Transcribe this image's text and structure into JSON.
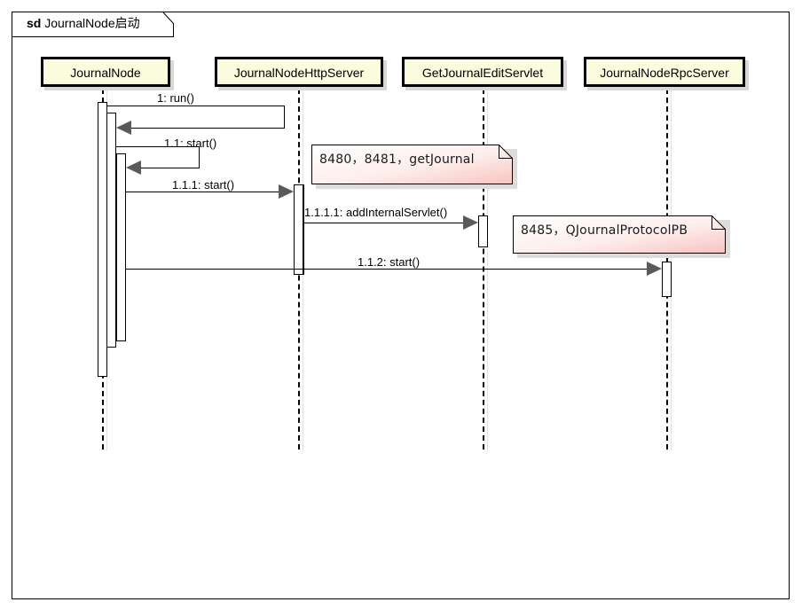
{
  "diagram": {
    "type": "uml-sequence-diagram",
    "frame": {
      "keyword": "sd",
      "title": "JournalNode启动",
      "full_label": "sd JournalNode启动"
    },
    "colors": {
      "lifeline_fill": "#fbfbdd",
      "lifeline_border": "#000000",
      "note_gradient_start": "#ffffff",
      "note_gradient_end": "#f7c3c0",
      "arrow_fill": "#5a5a5a",
      "shadow": "#d8d8d8",
      "background": "#ffffff"
    },
    "lifelines": [
      {
        "id": "journalnode",
        "label": "JournalNode"
      },
      {
        "id": "httpserver",
        "label": "JournalNodeHttpServer"
      },
      {
        "id": "servlet",
        "label": "GetJournalEditServlet"
      },
      {
        "id": "rpcserver",
        "label": "JournalNodeRpcServer"
      }
    ],
    "messages": [
      {
        "seq": "1",
        "label": "1: run()",
        "from": "journalnode",
        "to": "journalnode",
        "kind": "self-call"
      },
      {
        "seq": "1.1",
        "label": "1.1: start()",
        "from": "journalnode",
        "to": "journalnode",
        "kind": "self-call"
      },
      {
        "seq": "1.1.1",
        "label": "1.1.1: start()",
        "from": "journalnode",
        "to": "httpserver",
        "kind": "call"
      },
      {
        "seq": "1.1.1.1",
        "label": "1.1.1.1: addInternalServlet()",
        "from": "httpserver",
        "to": "servlet",
        "kind": "call"
      },
      {
        "seq": "1.1.2",
        "label": "1.1.2: start()",
        "from": "journalnode",
        "to": "rpcserver",
        "kind": "call"
      }
    ],
    "notes": [
      {
        "id": "note-ports-http",
        "text": "8480，8481，getJournal",
        "attached_to": "servlet"
      },
      {
        "id": "note-ports-rpc",
        "text": "8485，QJournalProtocolPB",
        "attached_to": "rpcserver"
      }
    ]
  }
}
